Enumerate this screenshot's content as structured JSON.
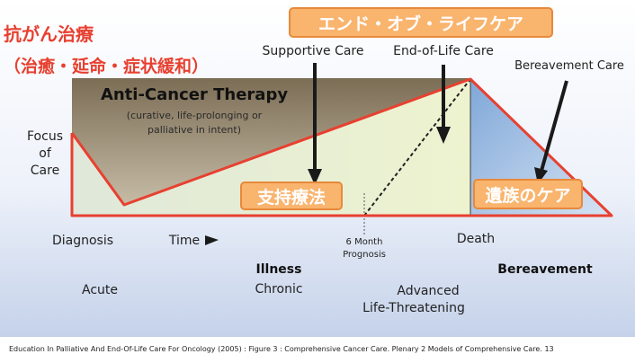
{
  "colors": {
    "anti_cancer_fill": "#a89b7f",
    "supportive_fill": "#e6efd9",
    "bereavement_fill": "#a9c6e6",
    "annotation_red": "#e84030",
    "label_orange_border": "#e8893a",
    "label_orange_fill": "#f9b46e"
  },
  "icons": {
    "arrow": "time-arrow-icon"
  },
  "labels": {
    "ja_title": "抗がん治療",
    "ja_subtitle": "（治癒・延命・症状緩和）",
    "ja_eol": "エンド・オブ・ライフケア",
    "ja_support": "支持療法",
    "ja_bereave": "遺族のケア",
    "anti_cancer_title": "Anti-Cancer Therapy",
    "anti_cancer_sub1": "(curative, life-prolonging or",
    "anti_cancer_sub2": "palliative in intent)",
    "supportive_care": "Supportive Care",
    "end_of_life_care": "End-of-Life Care",
    "bereavement_care": "Bereavement Care",
    "focus1": "Focus",
    "focus2": "of",
    "focus3": "Care",
    "diagnosis": "Diagnosis",
    "time": "Time",
    "six_month1": "6 Month",
    "six_month2": "Prognosis",
    "death": "Death",
    "illness": "Illness",
    "bereavement": "Bereavement",
    "acute": "Acute",
    "chronic": "Chronic",
    "advanced1": "Advanced",
    "advanced2": "Life-Threatening"
  },
  "caption": "Education In Palliative And End-Of-Life Care For Oncology (2005) : Figure 3 : Comprehensive Cancer Care. Plenary 2 Models of Comprehensive Care. 13"
}
